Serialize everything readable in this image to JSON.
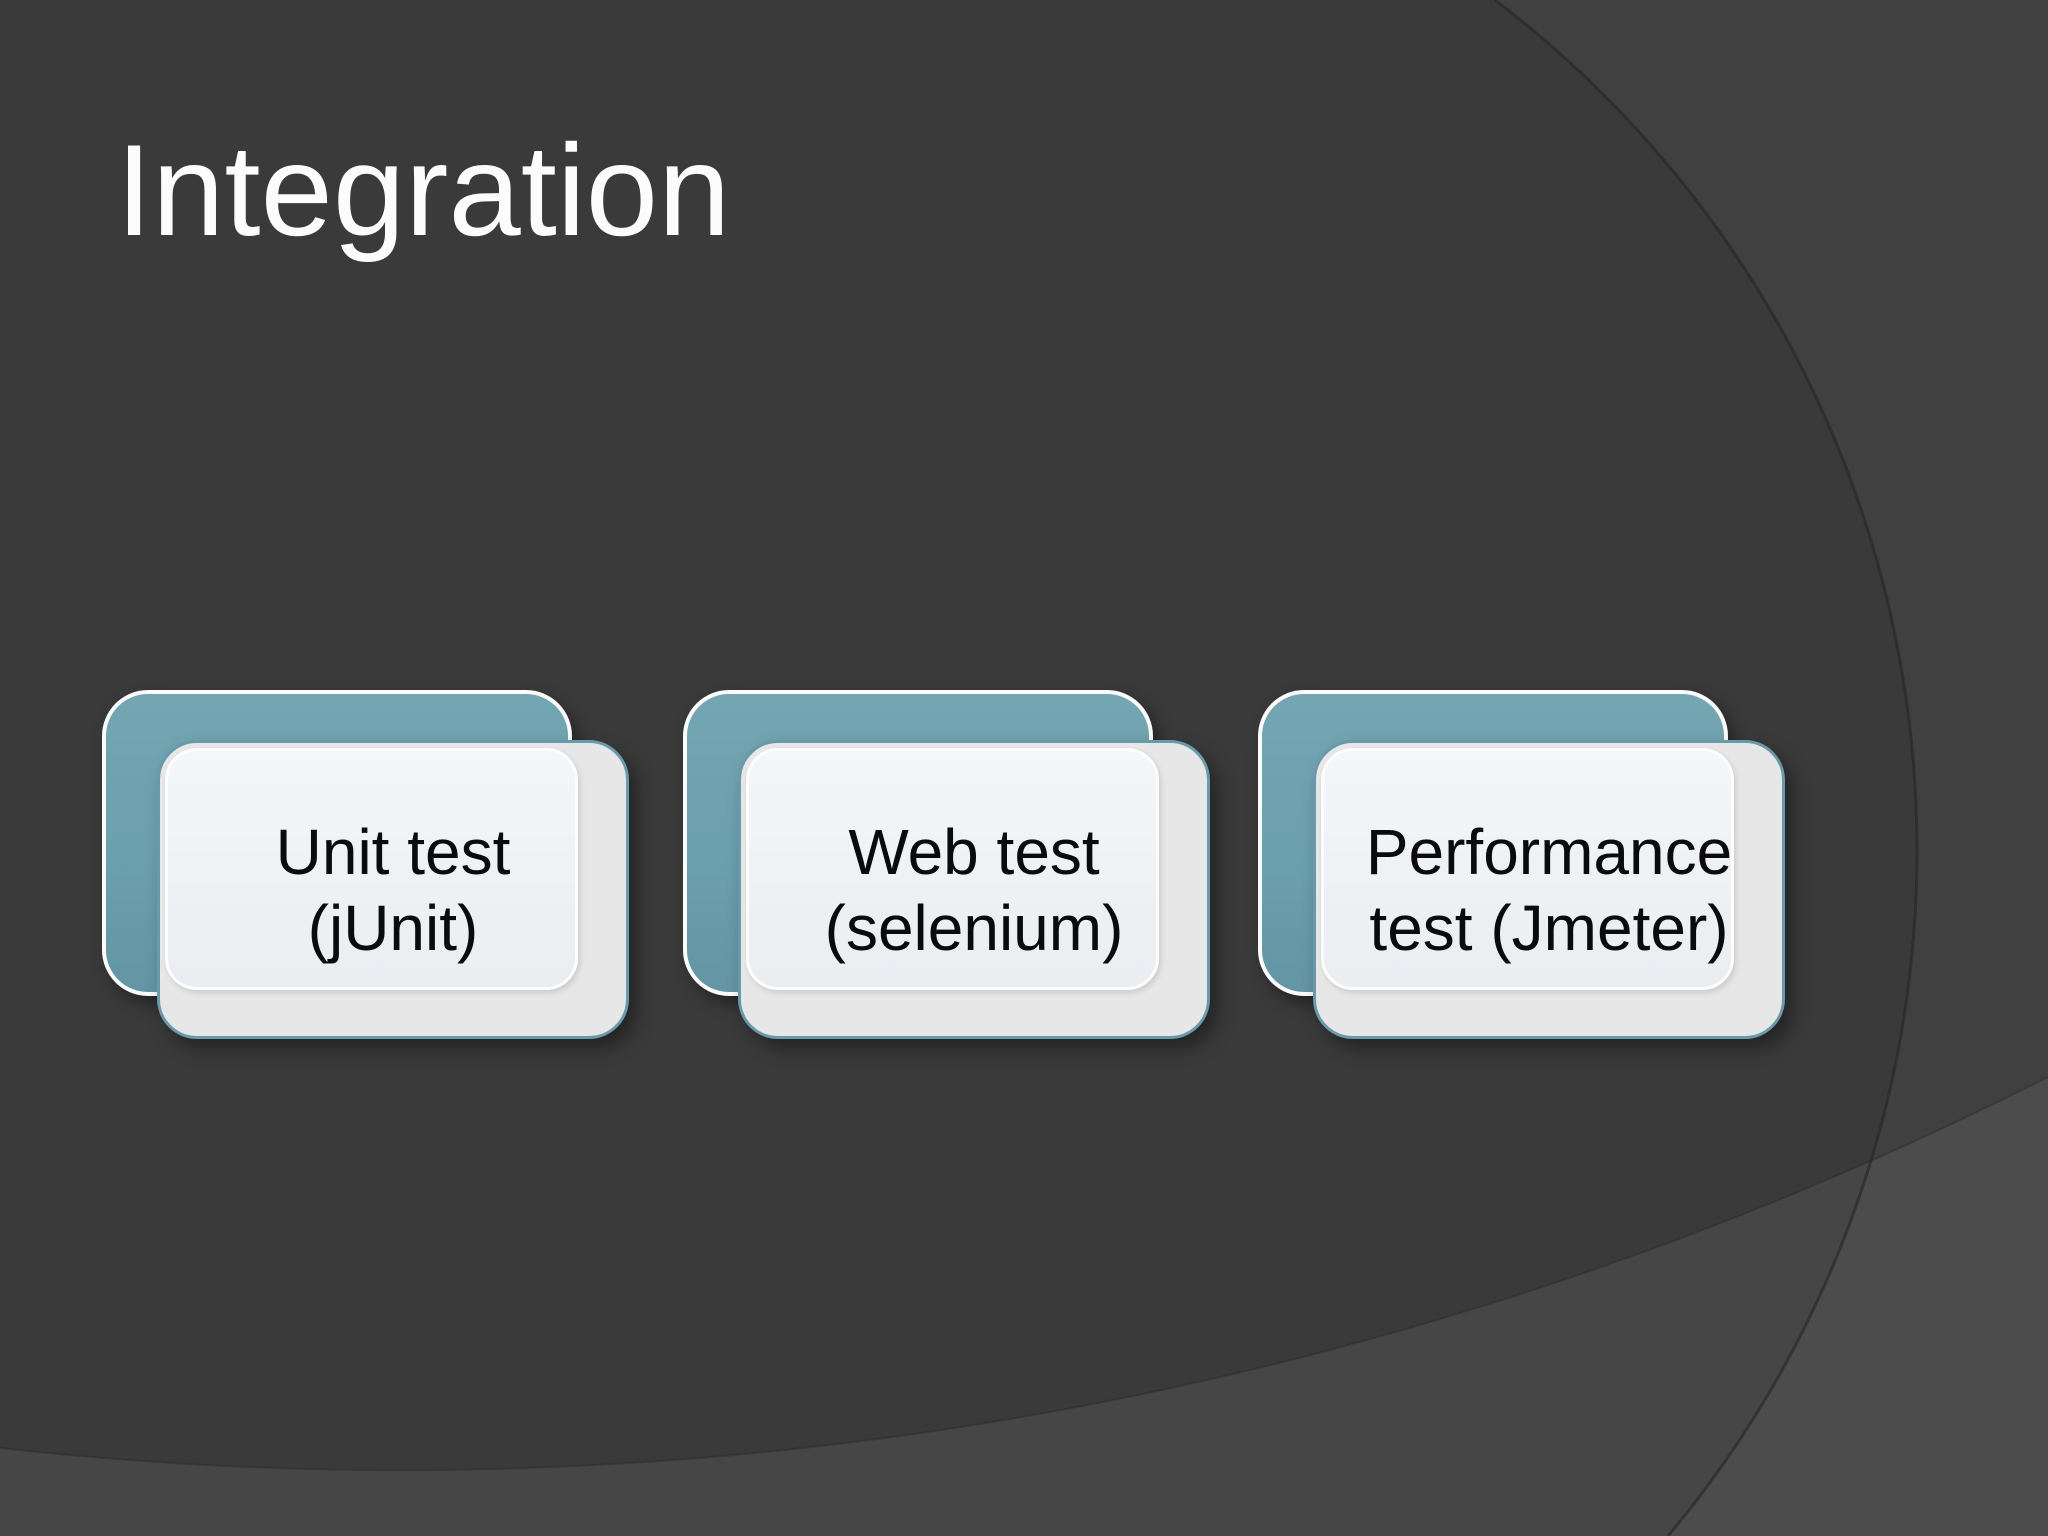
{
  "slide": {
    "title": "Integration",
    "cards": [
      {
        "name": "unit-test",
        "lines": [
          "Unit test",
          "(jUnit)"
        ]
      },
      {
        "name": "web-test",
        "lines": [
          "Web test",
          "(selenium)"
        ]
      },
      {
        "name": "performance-test",
        "lines": [
          "Performance",
          "test (Jmeter)"
        ]
      }
    ],
    "colors": {
      "background": "#3a3a3b",
      "background_right_region": "#434344",
      "background_bottom_band": "#4a4a4b",
      "accent_teal": "#6da0ae",
      "teal_card_border": "#fafbfb",
      "front_card_base": "#e6e7e6",
      "front_card_border": "#6a9aa9",
      "front_card_surface": "#eff3f6",
      "surface_border": "#fdfdfd",
      "title_text": "#fcfcfc",
      "card_text": "#0b0b0b"
    }
  }
}
